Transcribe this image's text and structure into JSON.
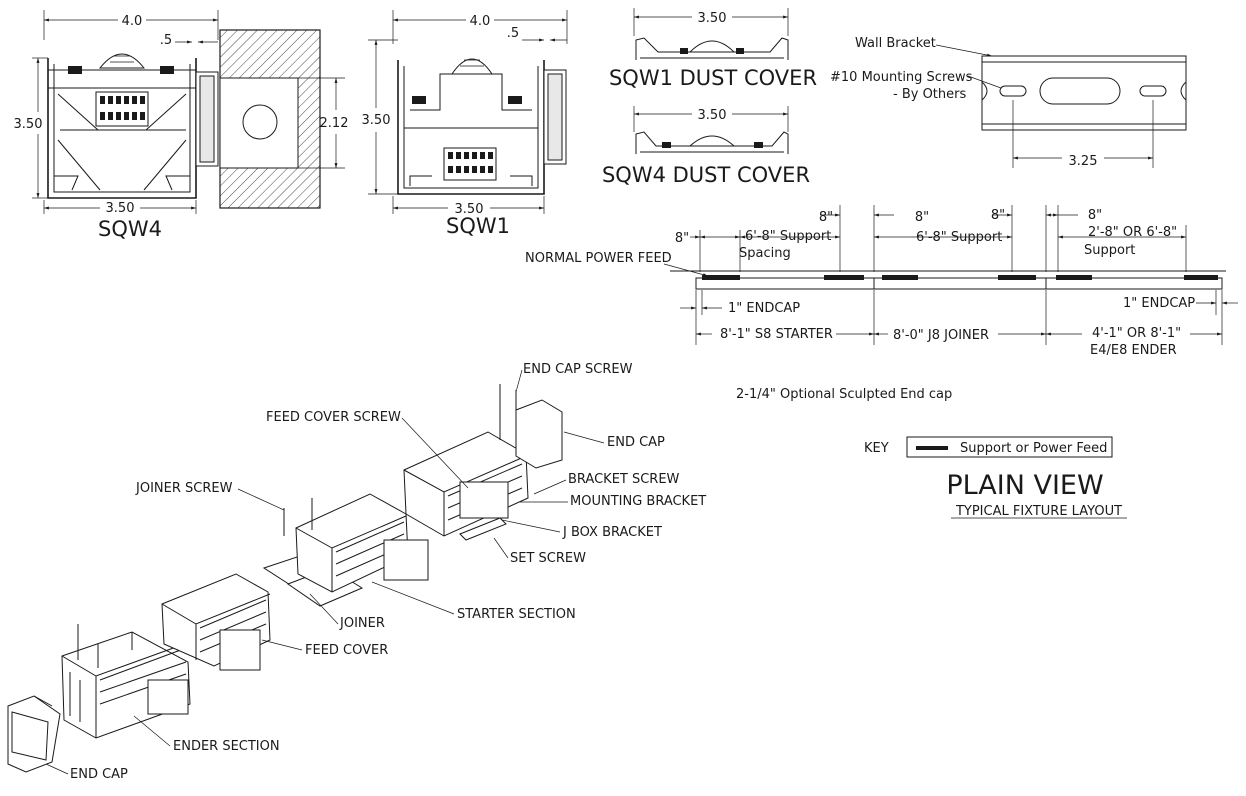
{
  "profiles": {
    "sqw4": {
      "name": "SQW4",
      "width_top": "4.0",
      "lip": ".5",
      "height": "3.50",
      "width_bottom": "3.50",
      "bracket_height": "2.12"
    },
    "sqw1": {
      "name": "SQW1",
      "width_top": "4.0",
      "lip": ".5",
      "height": "3.50",
      "width_bottom": "3.50"
    }
  },
  "dust_covers": {
    "sqw1": {
      "label": "SQW1 DUST COVER",
      "width": "3.50"
    },
    "sqw4": {
      "label": "SQW4 DUST COVER",
      "width": "3.50"
    }
  },
  "wall_bracket": {
    "label": "Wall Bracket",
    "screws_line1": "#10 Mounting Screws",
    "screws_line2": "- By Others",
    "spacing": "3.25"
  },
  "layout": {
    "top_dims": [
      "8\"",
      "8\"",
      "8\"",
      "8\""
    ],
    "left_dim": "8\"",
    "support_1_line1": "6'-8\" Support",
    "support_1_line2": "Spacing",
    "support_2": "6'-8\" Support",
    "support_3_line1": "2'-8\" OR 6'-8\"",
    "support_3_line2": "Support",
    "power_feed": "NORMAL POWER FEED",
    "endcap_left": "1\" ENDCAP",
    "endcap_right": "1\" ENDCAP",
    "starter": "8'-1\" S8 STARTER",
    "joiner": "8'-0\" J8 JOINER",
    "ender_line1": "4'-1\" OR 8'-1\"",
    "ender_line2": "E4/E8 ENDER"
  },
  "note": "2-1/4\" Optional Sculpted End cap",
  "key": {
    "label": "KEY",
    "legend": "Support or Power Feed"
  },
  "plain_view": {
    "title": "PLAIN VIEW",
    "subtitle": "TYPICAL FIXTURE LAYOUT"
  },
  "exploded": {
    "end_cap_screw": "END CAP SCREW",
    "feed_cover_screw": "FEED COVER SCREW",
    "end_cap_top": "END CAP",
    "joiner_screw": "JOINER SCREW",
    "bracket_screw": "BRACKET SCREW",
    "mounting_bracket": "MOUNTING BRACKET",
    "j_box_bracket": "J BOX BRACKET",
    "set_screw": "SET SCREW",
    "starter_section": "STARTER SECTION",
    "joiner": "JOINER",
    "feed_cover": "FEED COVER",
    "ender_section": "ENDER SECTION",
    "end_cap_bottom": "END CAP"
  },
  "colors": {
    "ink": "#1a1a1a",
    "paper": "#ffffff"
  }
}
